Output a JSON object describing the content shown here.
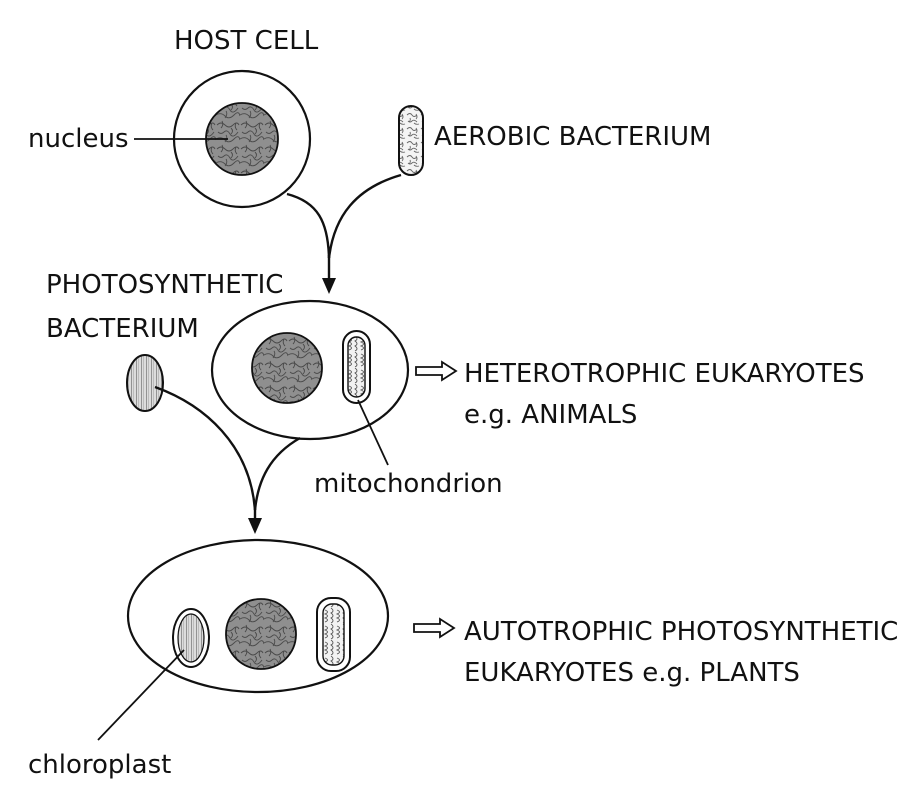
{
  "labels": {
    "host_cell": "HOST CELL",
    "nucleus": "nucleus",
    "aerobic_bacterium": "AEROBIC BACTERIUM",
    "photosynthetic_line1": "PHOTOSYNTHETIC",
    "photosynthetic_line2": "BACTERIUM",
    "heterotrophic_line1": "HETEROTROPHIC EUKARYOTES",
    "heterotrophic_line2": "e.g. ANIMALS",
    "mitochondrion": "mitochondrion",
    "autotrophic_line1": "AUTOTROPHIC PHOTOSYNTHETIC",
    "autotrophic_line2": "EUKARYOTES e.g. PLANTS",
    "chloroplast": "chloroplast"
  }
}
